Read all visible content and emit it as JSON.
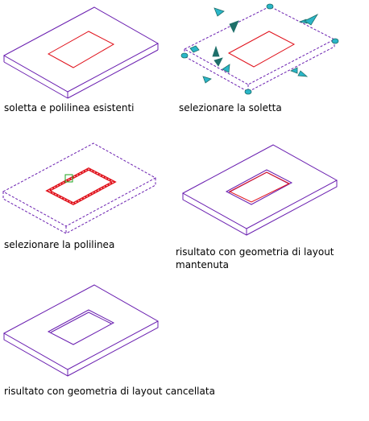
{
  "panels": [
    {
      "id": "p1",
      "caption": "soletta e polilinea esistenti"
    },
    {
      "id": "p2",
      "caption": "selezionare la soletta"
    },
    {
      "id": "p3",
      "caption": "selezionare la polilinea"
    },
    {
      "id": "p4",
      "caption": "risultato con geometria di layout mantenuta"
    },
    {
      "id": "p5",
      "caption": "risultato con geometria di layout cancellata"
    }
  ],
  "colors": {
    "slab": "#6a1fb0",
    "polyline": "#e0101a",
    "grip": "#2ab6c8",
    "grip_dark": "#1e6f6a",
    "pick_box": "#1ea31e"
  }
}
